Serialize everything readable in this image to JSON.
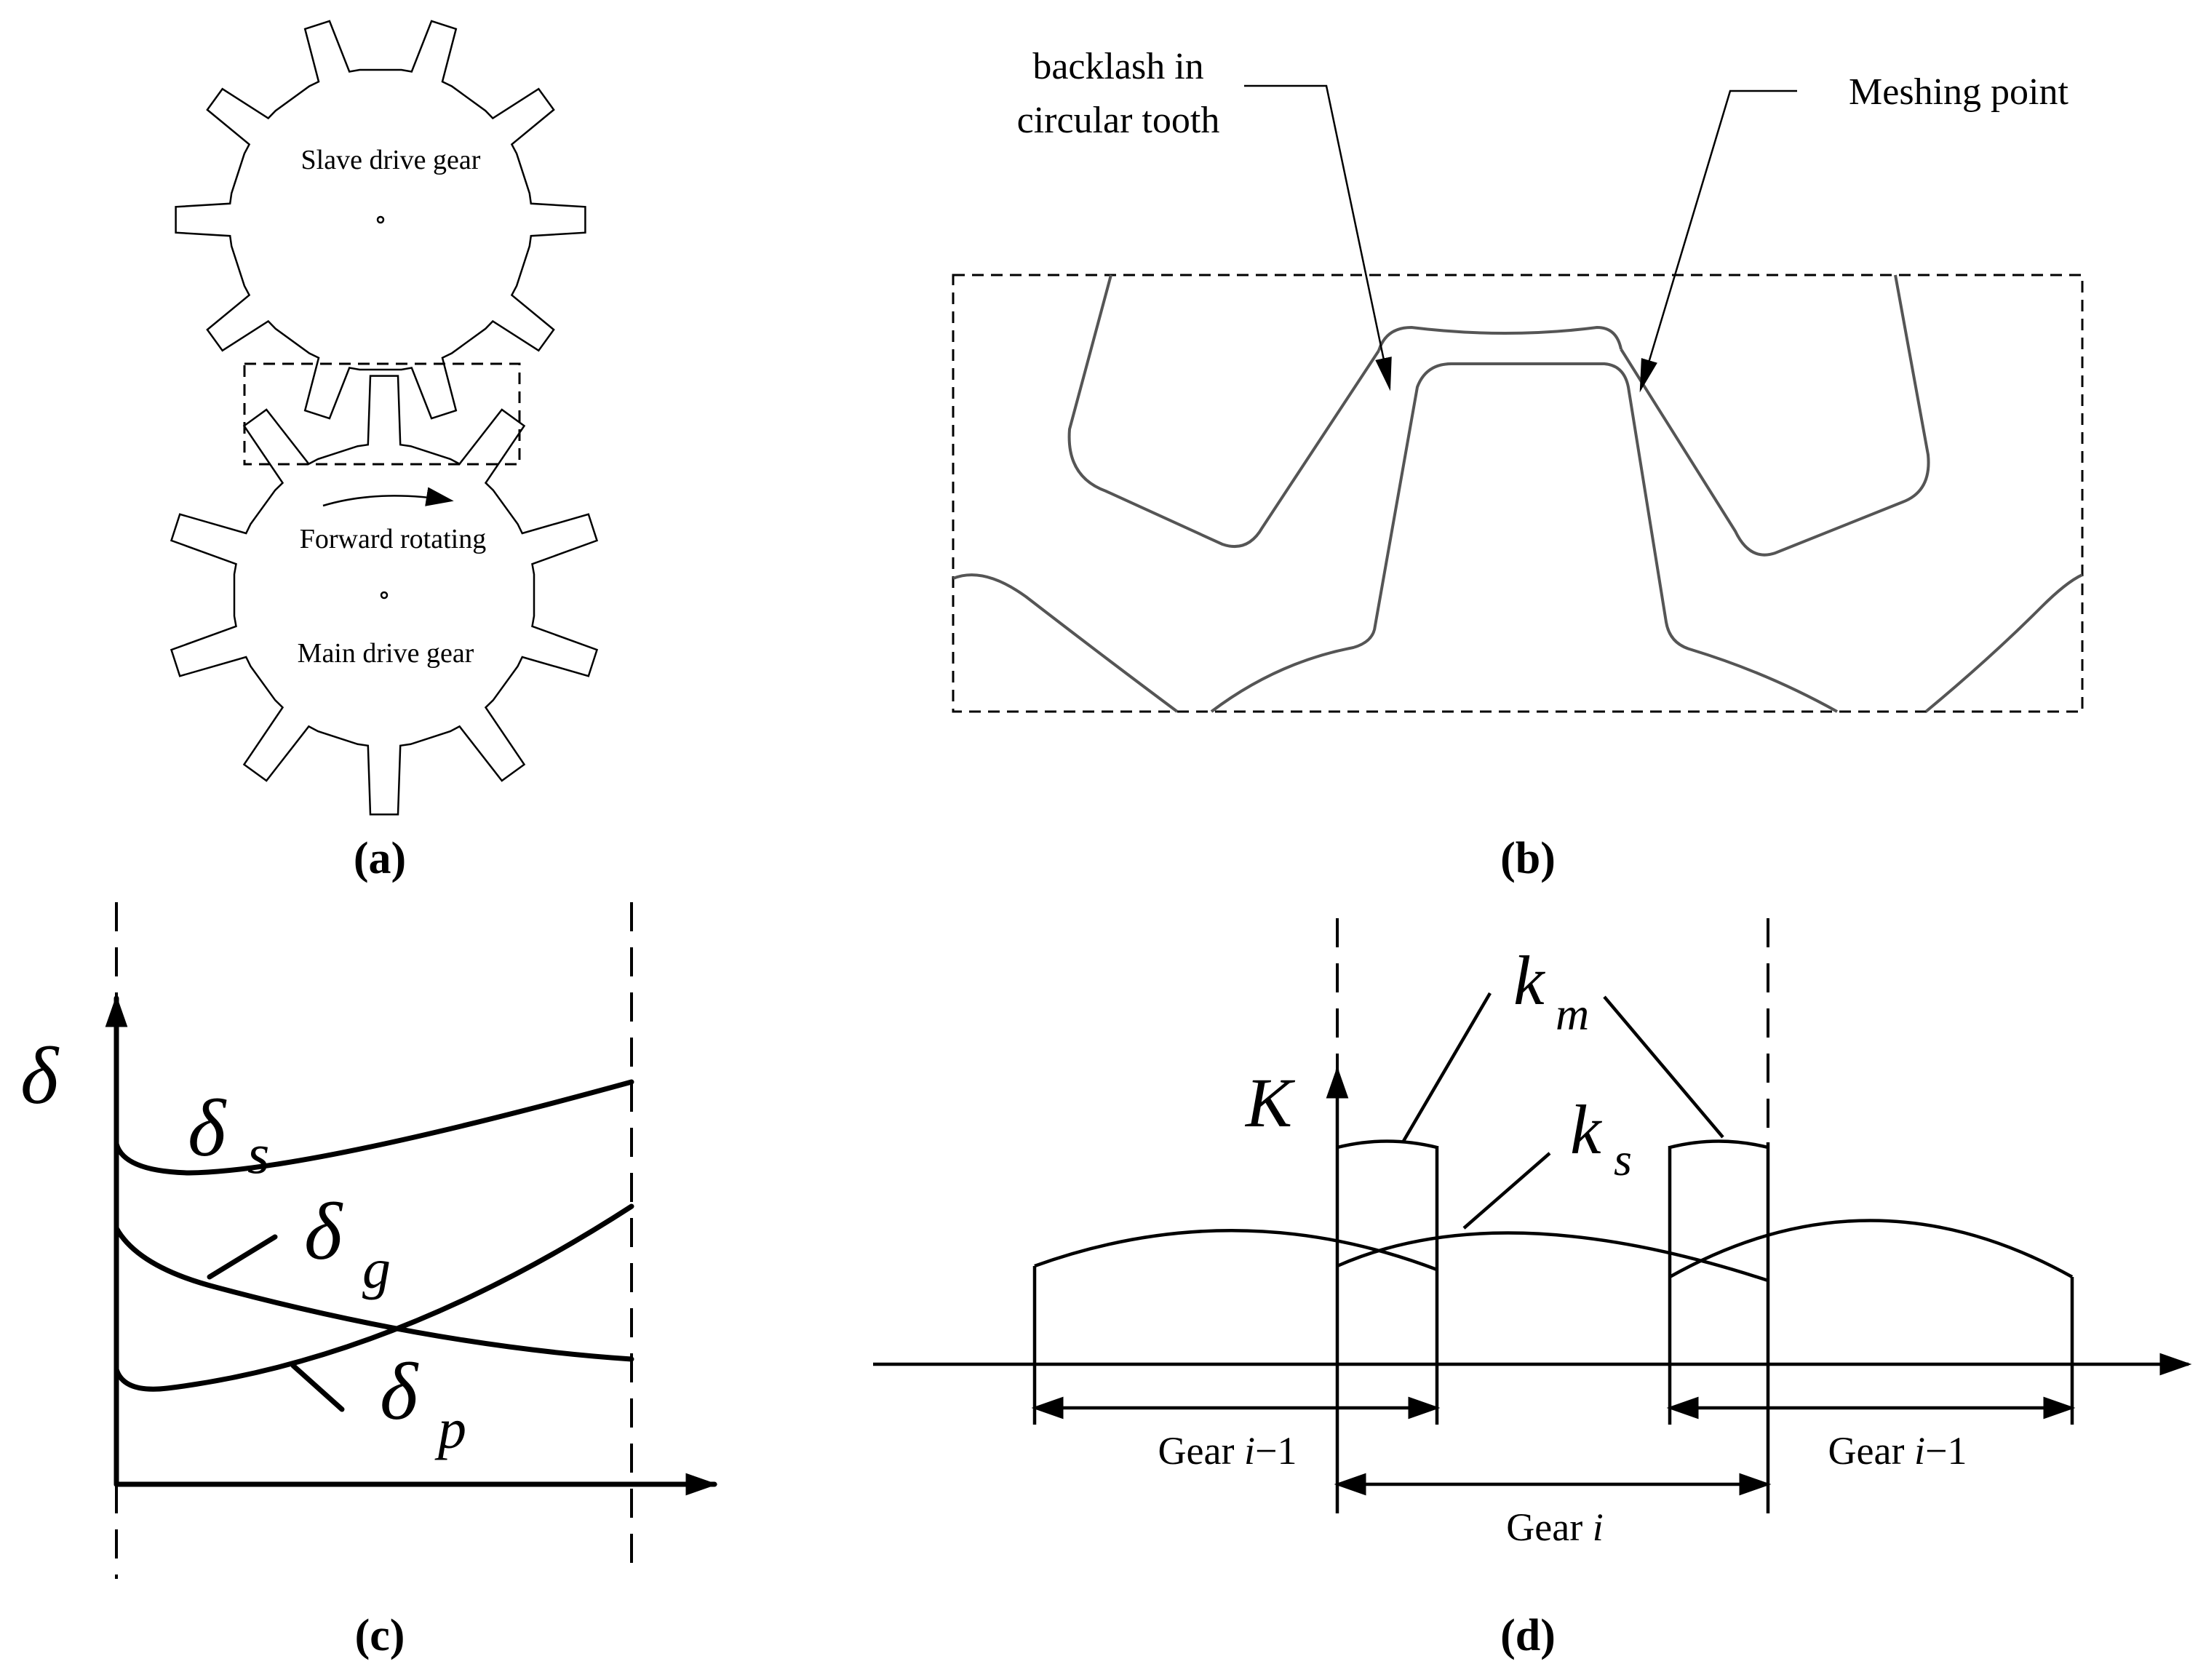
{
  "panel_a": {
    "slave_gear_label": "Slave drive gear",
    "rotation_label": "Forward rotating",
    "main_gear_label": "Main drive gear",
    "caption": "(a)"
  },
  "panel_b": {
    "backlash_label_line1": "backlash in",
    "backlash_label_line2": "circular tooth",
    "meshing_label": "Meshing point",
    "caption": "(b)"
  },
  "panel_c": {
    "y_symbol": "δ",
    "curve_s_symbol": "δ",
    "curve_s_sub": "s",
    "curve_g_symbol": "δ",
    "curve_g_sub": "g",
    "curve_p_symbol": "δ",
    "curve_p_sub": "p",
    "caption": "(c)"
  },
  "panel_d": {
    "y_symbol": "K",
    "km_symbol": "k",
    "km_sub": "m",
    "ks_symbol": "k",
    "ks_sub": "s",
    "left_gear_label": "Gear ",
    "left_gear_italic": "i",
    "left_gear_suffix": "−1",
    "middle_gear_label": "Gear ",
    "middle_gear_italic": "i",
    "right_gear_label": "Gear ",
    "right_gear_italic": "i",
    "right_gear_suffix": "−1",
    "caption": "(d)"
  }
}
